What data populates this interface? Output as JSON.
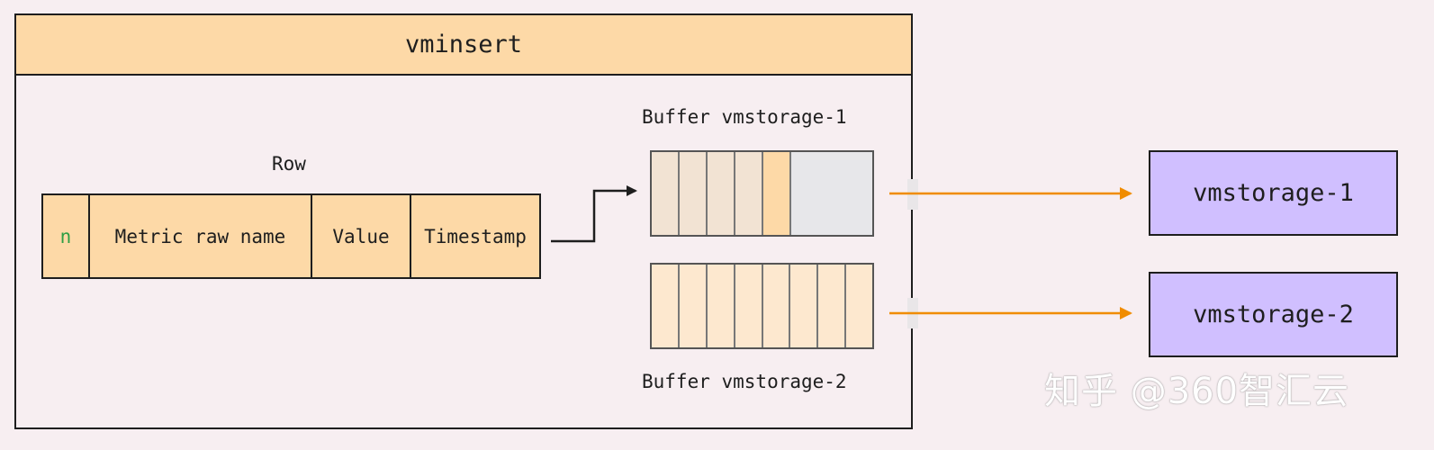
{
  "vminsert": {
    "title": "vminsert"
  },
  "row": {
    "caption": "Row",
    "fields": [
      "n",
      "Metric raw name",
      "Value",
      "Timestamp"
    ]
  },
  "buffers": [
    {
      "label": "Buffer vmstorage-1",
      "slots_total": 8,
      "slots_used": 5
    },
    {
      "label": "Buffer vmstorage-2",
      "slots_total": 8,
      "slots_used": 8
    }
  ],
  "nodes": [
    "vmstorage-1",
    "vmstorage-2"
  ],
  "colors": {
    "header_fill": "#fdd9a7",
    "node_fill": "#d0bfff",
    "arrow_orange": "#f08c00",
    "field_n_text": "#2f9e44",
    "background": "#f7eef1"
  },
  "watermark": "知乎 @360智汇云"
}
